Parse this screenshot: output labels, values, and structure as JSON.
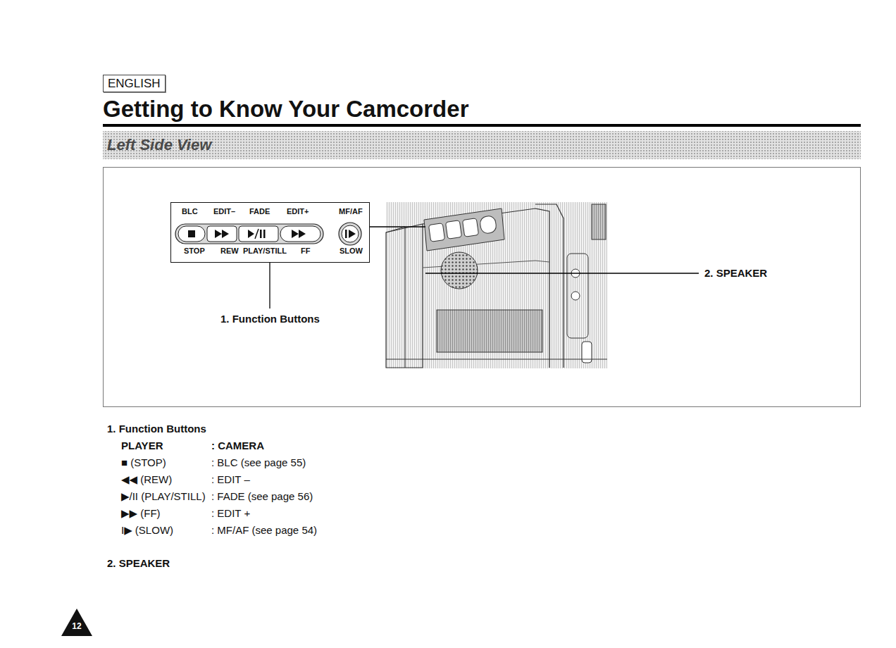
{
  "diagram": {
    "title": "Getting to Know Your Camcorder",
    "nodes": [
      {
        "text": [
          "ENGLISH"
        ]
      },
      {
        "text": [
          "Left Side View"
        ]
      },
      {
        "text": [
          "BLC",
          "EDIT–",
          "FADE",
          "EDIT+",
          "MF/AF",
          "STOP",
          "REW",
          "PLAY/STILL",
          "FF",
          "SLOW"
        ]
      },
      {
        "text": [
          "12"
        ]
      }
    ],
    "labels": [
      "1. Function Buttons",
      "2. SPEAKER",
      "1. Function Buttons",
      "PLAYER",
      ": CAMERA",
      "■ (STOP)",
      ": BLC (see page 55)",
      "◀◀ (REW)",
      ": EDIT –",
      "▶/II (PLAY/STILL)",
      ": FADE (see page 56)",
      "▶▶ (FF)",
      ": EDIT +",
      "I▶ (SLOW)",
      ": MF/AF (see page 54)",
      "2. SPEAKER"
    ]
  }
}
